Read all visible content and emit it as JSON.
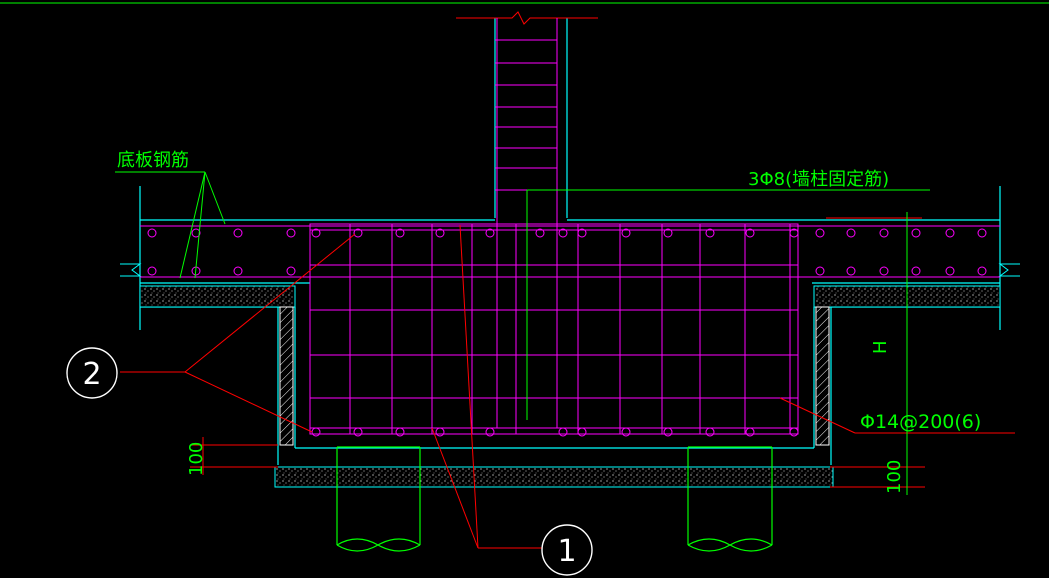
{
  "drawing": {
    "background": "#000000",
    "colors": {
      "concrete_outline": "#00ffff",
      "rebar": "#ff00ff",
      "rebar_dots": "#ff00ff",
      "leader": "#ff0000",
      "dimension": "#00ff00",
      "label_text": "#00ff00",
      "hatch": "#ffffff",
      "border": "#00ff00",
      "pile": "#00ff00"
    }
  },
  "labels": {
    "slab_rebar": "底板钢筋",
    "wall_column_rebar": "3Φ8(墙柱固定筋)",
    "stirrup_spec": "Φ14@200(6)",
    "height_symbol": "H",
    "dim_left": "100",
    "dim_right": "100",
    "callout_1": "1",
    "callout_2": "2"
  }
}
